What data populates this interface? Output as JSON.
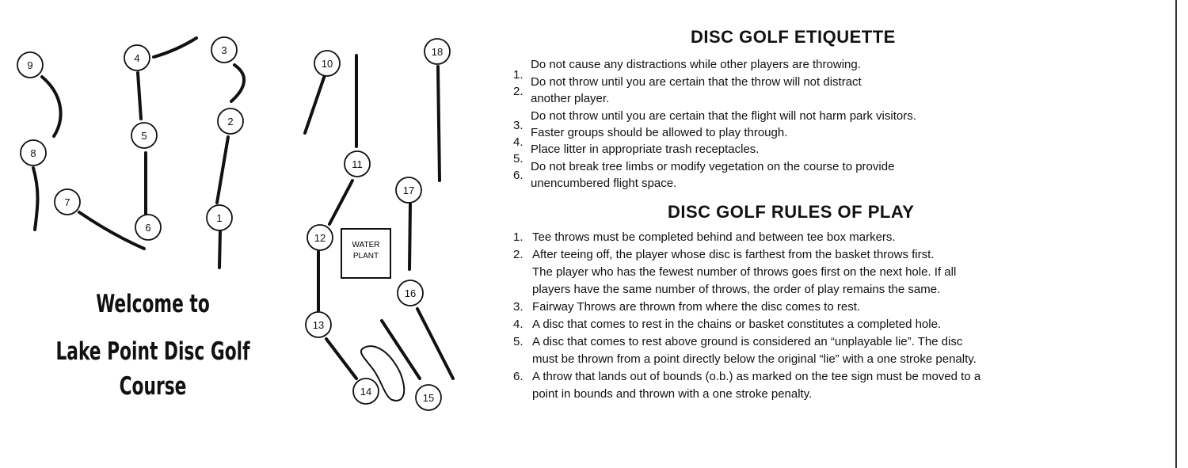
{
  "map": {
    "holes": [
      "1",
      "2",
      "3",
      "4",
      "5",
      "6",
      "7",
      "8",
      "9",
      "10",
      "11",
      "12",
      "13",
      "14",
      "15",
      "16",
      "17",
      "18"
    ],
    "building_label_line1": "WATER",
    "building_label_line2": "PLANT"
  },
  "welcome": {
    "line1": "Welcome to",
    "line2": "Lake Point Disc Golf Course"
  },
  "etiquette": {
    "title": "DISC GOLF ETIQUETTE",
    "numbers": [
      "1.",
      "2.",
      "3.",
      "4.",
      "5.",
      "6."
    ],
    "lines": [
      "Do not cause any distractions while other players are throwing.",
      "Do not throw until you are certain that the throw will not distract",
      "another player.",
      "Do not throw until you are certain that the flight will not harm park visitors.",
      "Faster groups should be allowed to play through.",
      "Place litter in appropriate trash receptacles.",
      "Do not break tree limbs or modify vegetation on the course to provide",
      "unencumbered flight space."
    ]
  },
  "rules": {
    "title": "DISC GOLF RULES OF PLAY",
    "items": [
      {
        "num": "1.",
        "lines": [
          "Tee throws must be completed behind and between tee box markers."
        ]
      },
      {
        "num": "2.",
        "lines": [
          "After teeing off, the player whose disc is farthest from the basket throws first.",
          "The player who has the fewest number of throws goes first on the next hole.  If all",
          "players have the same number of throws, the order of play remains the same."
        ]
      },
      {
        "num": "3.",
        "lines": [
          "Fairway Throws are thrown from where the disc comes to rest."
        ]
      },
      {
        "num": "4.",
        "lines": [
          "A disc that comes to rest in the chains or basket constitutes a completed hole."
        ]
      },
      {
        "num": "5.",
        "lines": [
          "A disc that comes to rest above ground is considered an “unplayable lie”.  The disc",
          "must be thrown from a point directly below the original “lie” with a one stroke penalty."
        ]
      },
      {
        "num": "6.",
        "lines": [
          "A throw that lands out of bounds (o.b.) as marked on the tee sign must be moved to a",
          "point in bounds and thrown with a one stroke penalty."
        ]
      }
    ]
  }
}
